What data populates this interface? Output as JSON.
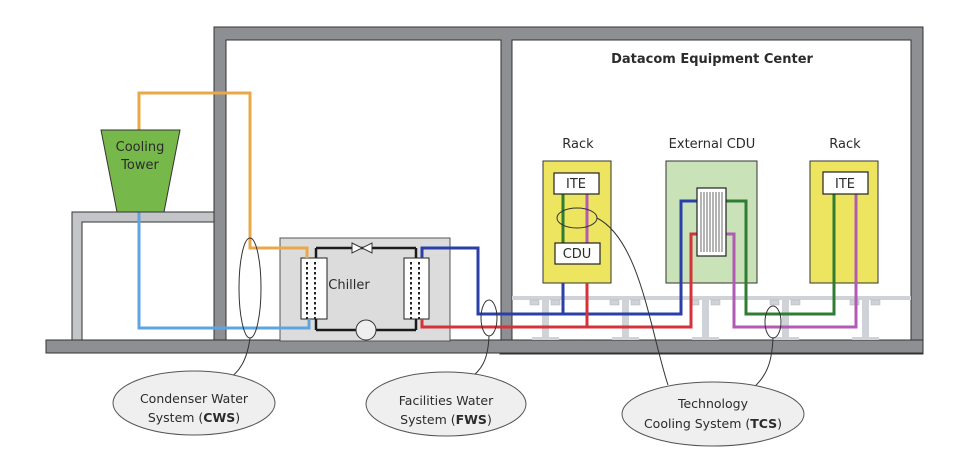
{
  "title": "Datacom Equipment Center",
  "components": {
    "cooling_tower": [
      "Cooling",
      "Tower"
    ],
    "chiller": "Chiller",
    "rack_left": {
      "label": "Rack",
      "ite": "ITE",
      "cdu": "CDU"
    },
    "external_cdu": {
      "label": "External CDU"
    },
    "rack_right": {
      "label": "Rack",
      "ite": "ITE"
    }
  },
  "callouts": {
    "cws": {
      "line1": "Condenser Water",
      "line2_prefix": "System (",
      "abbr": "CWS",
      "line2_suffix": ")"
    },
    "fws": {
      "line1": "Facilities Water",
      "line2_prefix": "System (",
      "abbr": "FWS",
      "line2_suffix": ")"
    },
    "tcs": {
      "line1": "Technology",
      "line2_prefix": "Cooling System (",
      "abbr": "TCS",
      "line2_suffix": ")"
    }
  },
  "colors": {
    "wall": "#8e8f93",
    "stand": "#c4c5c8",
    "tower": "#77b84a",
    "rack": "#ede45f",
    "ext_cdu": "#c9e2b8",
    "chiller_box": "#dcdcdd",
    "condenser_supply": "#e9a849",
    "condenser_return": "#5ea4e0",
    "facilities_supply": "#2a3fa8",
    "facilities_return": "#d4333a",
    "tcs_supply": "#2f7d33",
    "tcs_return": "#b25bb4",
    "floor": "#cfd2d6",
    "callout_fill": "#efefef"
  }
}
